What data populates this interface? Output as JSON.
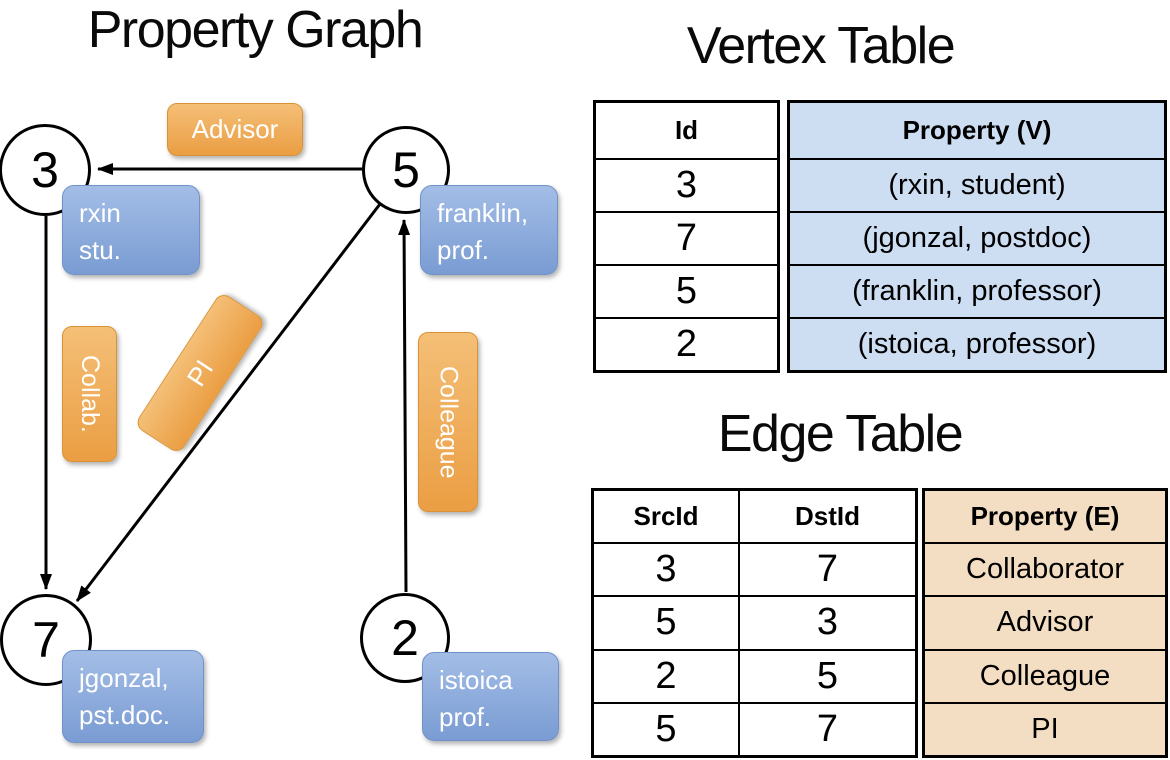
{
  "graph": {
    "title": "Property Graph",
    "nodes": [
      {
        "id": "3",
        "label_lines": [
          "rxin",
          "stu."
        ]
      },
      {
        "id": "5",
        "label_lines": [
          "franklin,",
          "prof."
        ]
      },
      {
        "id": "7",
        "label_lines": [
          "jgonzal,",
          "pst.doc."
        ]
      },
      {
        "id": "2",
        "label_lines": [
          "istoica",
          "prof."
        ]
      }
    ],
    "edge_labels": [
      "Advisor",
      "Collab.",
      "PI",
      "Colleague"
    ]
  },
  "vertex_table": {
    "title": "Vertex Table",
    "columns": [
      "Id",
      "Property (V)"
    ],
    "rows": [
      [
        "3",
        "(rxin, student)"
      ],
      [
        "7",
        "(jgonzal, postdoc)"
      ],
      [
        "5",
        "(franklin, professor)"
      ],
      [
        "2",
        "(istoica, professor)"
      ]
    ]
  },
  "edge_table": {
    "title": "Edge Table",
    "columns": [
      "SrcId",
      "DstId",
      "Property (E)"
    ],
    "rows": [
      [
        "3",
        "7",
        "Collaborator"
      ],
      [
        "5",
        "3",
        "Advisor"
      ],
      [
        "2",
        "5",
        "Colleague"
      ],
      [
        "5",
        "7",
        "PI"
      ]
    ]
  },
  "colors": {
    "edge_label_fill": "#eda24b",
    "vertex_label_fill": "#87a6da",
    "vertex_table_property_fill": "#cdddf2",
    "edge_table_property_fill": "#f3ddc3",
    "line_stroke": "#000000",
    "label_text": "#ffffff"
  }
}
